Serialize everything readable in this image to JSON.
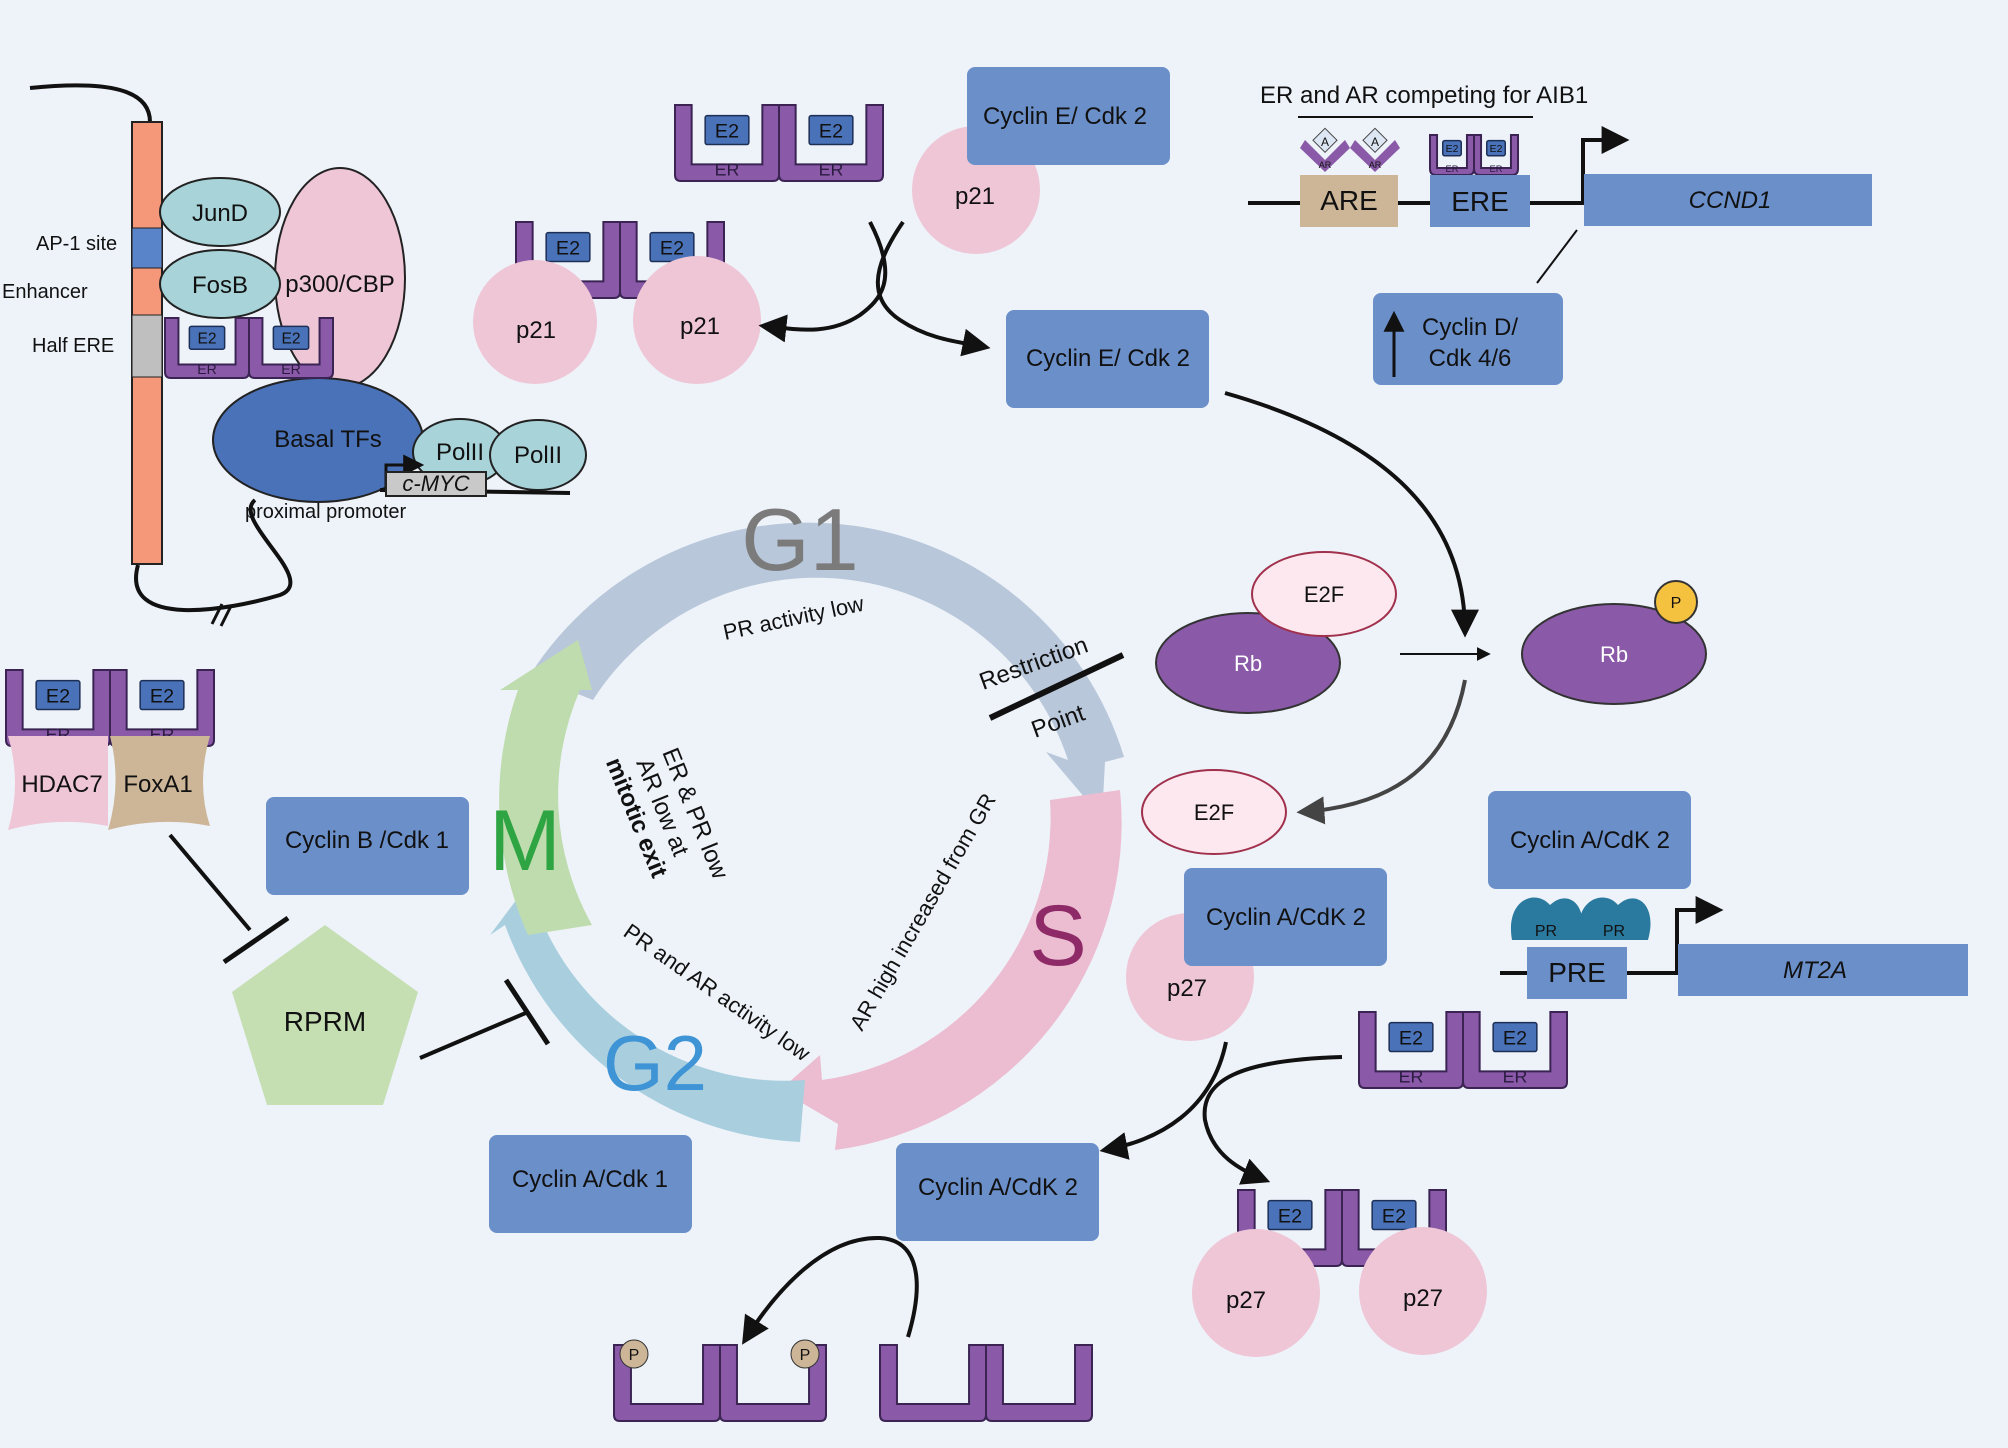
{
  "colors": {
    "background": "#eef3fa",
    "cyclin_box": "#6b8fc9",
    "er_purple": "#8a5aa8",
    "e2_blue": "#4a72b8",
    "pink_circle": "#eec6d6",
    "teal_oval": "#a8d3d8",
    "rb_purple": "#8a5aa8",
    "g1_arc": "#b9c7da",
    "s_arc": "#ecbcd1",
    "g2_arc": "#a9cfdf",
    "m_arc": "#bfdcae",
    "rprm_green": "#c5dfb3",
    "orange_bar": "#f5987a",
    "tan": "#cdb698"
  },
  "er_unit": {
    "e2": "E2",
    "er": "ER"
  },
  "top_left": {
    "bar_labels": {
      "ap1": "AP-1 site",
      "enhancer": "Enhancer",
      "half_ere": "Half ERE"
    },
    "jund": "JunD",
    "fosb": "FosB",
    "p300": "p300/CBP",
    "basal": "Basal TFs",
    "polii_a": "PolII",
    "polii_b": "PolII",
    "cmyc": "c-MYC",
    "proximal": "proximal promoter"
  },
  "top_center": {
    "cyclin_e_top": "Cyclin E/ Cdk 2",
    "p21_top": "p21",
    "p21_left": "p21",
    "p21_right": "p21",
    "cyclin_e_mid": "Cyclin E/ Cdk 2"
  },
  "top_right": {
    "title": "ER and AR competing for AIB1",
    "ar_a": "A",
    "ar_ar": "AR",
    "are": "ARE",
    "ere": "ERE",
    "ccnd1": "CCND1",
    "cyclin_d": "Cyclin D/",
    "cdk46": "Cdk 4/6"
  },
  "rb": {
    "e2f_top": "E2F",
    "rb_left": "Rb",
    "rb_right": "Rb",
    "p": "P",
    "e2f_free": "E2F"
  },
  "cycle": {
    "g1": "G1",
    "s": "S",
    "g2": "G2",
    "m": "M",
    "g1_text": "PR activity low",
    "restriction": "Restriction",
    "point": "Point",
    "s_text": "AR high increased from GR",
    "g2_text": "PR and AR activity low",
    "m_text1": "ER & PR low",
    "m_text2": "AR low at",
    "m_text3": "mitotic exit"
  },
  "left": {
    "hdac7": "HDAC7",
    "foxa1": "FoxA1",
    "cyclin_b": "Cyclin B /Cdk 1",
    "rprm": "RPRM",
    "cyclin_a1": "Cyclin A/Cdk 1"
  },
  "bottom": {
    "cyclin_a2_bottom": "Cyclin A/CdK 2",
    "p_left": "P",
    "p_right": "P"
  },
  "right_bottom": {
    "cyclin_a2_top": "Cyclin A/CdK 2",
    "pr": "PR",
    "pre": "PRE",
    "mt2a": "MT2A",
    "cyclin_a2_mid": "Cyclin A/CdK 2",
    "p27_mid": "p27",
    "p27_left": "p27",
    "p27_right": "p27"
  }
}
